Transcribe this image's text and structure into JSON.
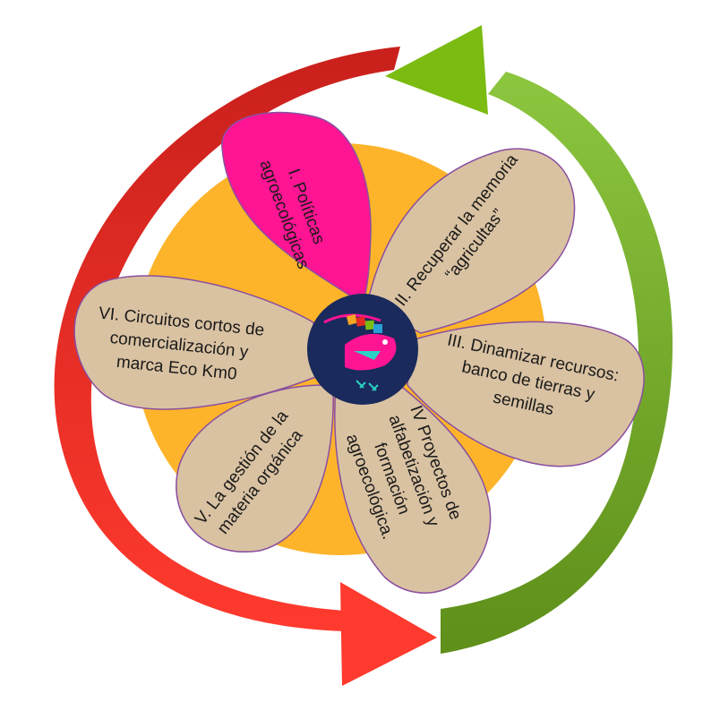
{
  "petals": [
    {
      "lines": [
        "I. Políticas",
        "agroecológicas"
      ],
      "color": "#ff1493"
    },
    {
      "lines": [
        "II. Recuperar la memoria",
        "“agricultas”"
      ],
      "color": "#d9c2a2"
    },
    {
      "lines": [
        "III. Dinamizar recursos:",
        "banco de tierras y",
        "semillas"
      ],
      "color": "#d9c2a2"
    },
    {
      "lines": [
        "IV Proyectos de",
        "alfabetización y",
        "formación",
        "agroecológica."
      ],
      "color": "#d9c2a2"
    },
    {
      "lines": [
        "V. La gestión de la",
        "materia orgánica"
      ],
      "color": "#d9c2a2"
    },
    {
      "lines": [
        "VI. Circuitos cortos de",
        "comercialización y",
        "marca Eco Km0"
      ],
      "color": "#d9c2a2"
    }
  ],
  "colors": {
    "sun": "#fdb42a",
    "center": "#1a2a5c",
    "arrow_red": "#e32a22",
    "arrow_green": "#7bbb12",
    "petal_outline": "#8a4fa0"
  },
  "center_icon": "insect-logo-icon"
}
